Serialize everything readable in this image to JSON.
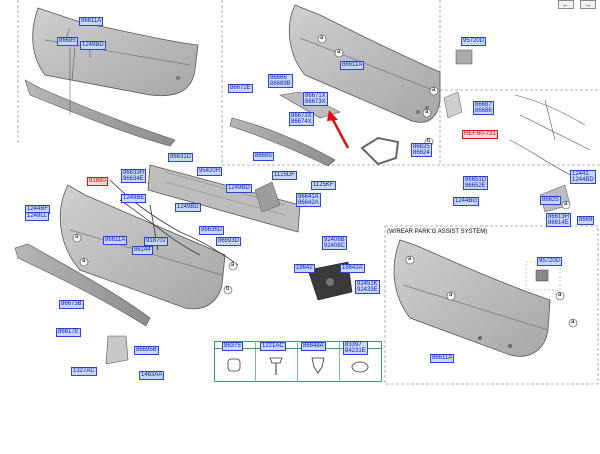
{
  "header": {
    "subsystem_title": "(W/REAR PARK'G ASSIST SYSTEM)"
  },
  "nav": {
    "prev": "←",
    "next": "→"
  },
  "callouts": {
    "a": "a",
    "b": "b"
  },
  "parts": {
    "p1": "86611A",
    "p2": "86685",
    "p3": "1249BD",
    "p4": "86672E",
    "p5a": "86666",
    "p5b": "86689B",
    "p6a": "86671X",
    "p6b": "86673X",
    "p7": "86611A",
    "p8a": "86673X",
    "p8b": "86674X",
    "p9": "86665",
    "p10": "95720D",
    "p11a": "86687",
    "p11b": "86686",
    "p12a": "86625",
    "p12b": "86624",
    "p13": "REF.60-731",
    "p14a": "12441",
    "p14b": "1244BD",
    "p15a": "86651D",
    "p15b": "86652E",
    "p16": "1244BG",
    "p17": "86625",
    "p18a": "86613H",
    "p18b": "86614E",
    "p19": "8669",
    "p20": "86631D",
    "p21": "95420H",
    "p22": "1125DF",
    "p23": "1125KF",
    "p24a": "86633H",
    "p24b": "86634E",
    "p25": "91890",
    "p26": "1249BD",
    "p27": "1249BE",
    "p28a": "86641A",
    "p28b": "86642A",
    "p29": "1249BD",
    "p30": "1244BF",
    "p31": "1249LL",
    "p32": "86636D",
    "p33": "86593D",
    "p34": "86611A",
    "p35": "91870J",
    "p36": "86144",
    "p37a": "92408B",
    "p37b": "92408C",
    "p38": "18642",
    "p39": "18642A",
    "p40a": "92451K",
    "p40b": "92433E",
    "p41": "86673B",
    "p42": "86617E",
    "p43": "86695B",
    "p44": "1327AC",
    "p45": "1463AA",
    "p46": "95720D",
    "p47": "86611A"
  },
  "fastener_legend": {
    "codes": [
      "86375",
      "1221AC",
      "86848A",
      "83397"
    ],
    "extra": "84231E"
  },
  "colors": {
    "label_fill": "#c9d6ff",
    "label_border": "#2a45d8",
    "label_text": "#0b1fb0",
    "arrow": "#e01010",
    "legend_border": "#3aa070",
    "box_dash": "#9a9a9a"
  }
}
